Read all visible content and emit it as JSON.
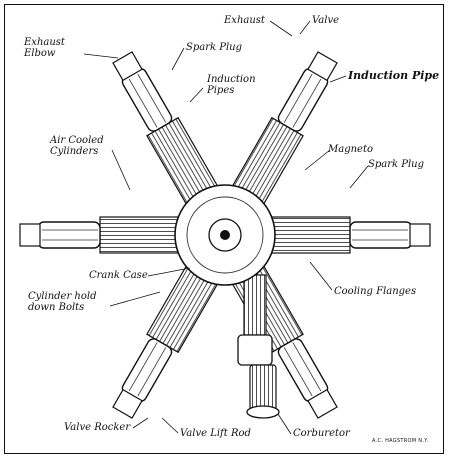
{
  "labels": {
    "exhaust_elbow": "Exhaust\nElbow",
    "spark_plug_top": "Spark Plug",
    "induction_pipes": "Induction\nPipes",
    "air_cooled_cylinders": "Air Cooled\nCylinders",
    "exhaust": "Exhaust",
    "valve": "Valve",
    "induction_pipe": "Induction Pipe",
    "magneto": "Magneto",
    "spark_plug_right": "Spark Plug",
    "crank_case": "Crank Case",
    "cylinder_hold_down_bolts": "Cylinder hold\ndown Bolts",
    "cooling_flanges": "Cooling Flanges",
    "valve_rocker": "Valve Rocker",
    "valve_lift_rod": "Valve Lift Rod",
    "corburetor": "Corburetor"
  },
  "credit": "A.C. HAGSTROM N.Y."
}
